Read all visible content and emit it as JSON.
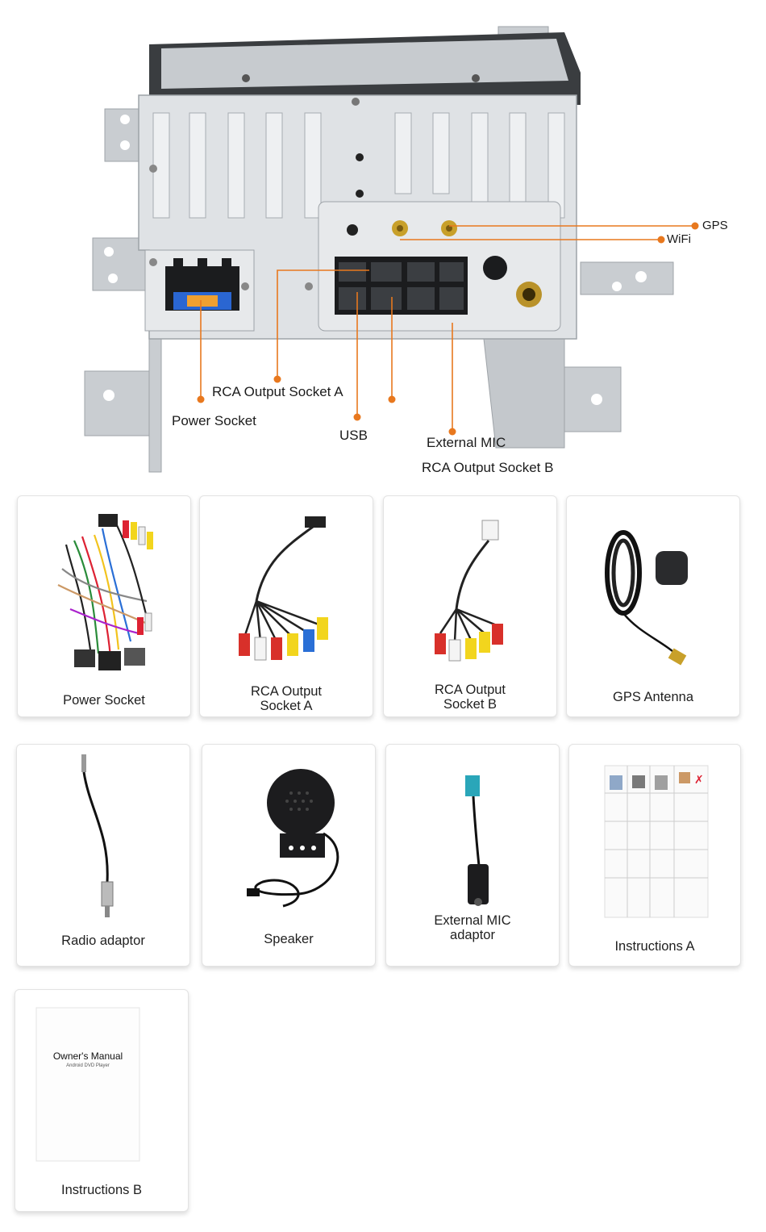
{
  "callouts": {
    "gps": "GPS",
    "wifi": "WiFi",
    "rca_a": "RCA Output Socket A",
    "power": "Power Socket",
    "usb": "USB",
    "mic": "External MIC",
    "rca_b": "RCA Output Socket B"
  },
  "accessories": [
    {
      "label": "Power Socket"
    },
    {
      "label": "RCA Output\nSocket A"
    },
    {
      "label": "RCA Output\nSocket B"
    },
    {
      "label": "GPS Antenna"
    },
    {
      "label": "Radio adaptor"
    },
    {
      "label": "Speaker"
    },
    {
      "label": "External MIC\nadaptor"
    },
    {
      "label": "Instructions A"
    },
    {
      "label": "Instructions B"
    }
  ],
  "manual": {
    "title": "Owner's Manual",
    "subtitle": "Android DVD Player"
  },
  "colors": {
    "accent": "#e8781e",
    "chassis": "#d9dcdf",
    "red": "#d8302a",
    "yellow": "#f2d51d",
    "white": "#f4f4f4",
    "blue": "#2a6fd6"
  }
}
